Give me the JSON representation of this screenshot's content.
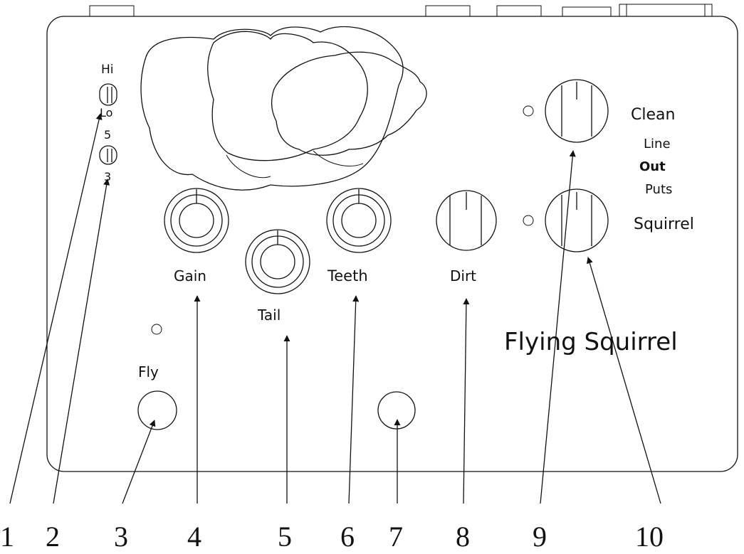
{
  "pedal_name": "Flying Squirrel",
  "toggles": {
    "range": {
      "top_label": "Hi",
      "bottom_label": "Lo"
    },
    "mode": {
      "top_label": "5",
      "bottom_label": "3"
    }
  },
  "knobs": {
    "gain": "Gain",
    "tail": "Tail",
    "teeth": "Teeth",
    "dirt": "Dirt"
  },
  "footswitch_label": "Fly",
  "outputs": {
    "clean": "Clean",
    "group_label": [
      "Line",
      "Out",
      "Puts"
    ],
    "squirrel": "Squirrel"
  },
  "callouts": [
    "1",
    "2",
    "3",
    "4",
    "5",
    "6",
    "7",
    "8",
    "9",
    "10"
  ]
}
